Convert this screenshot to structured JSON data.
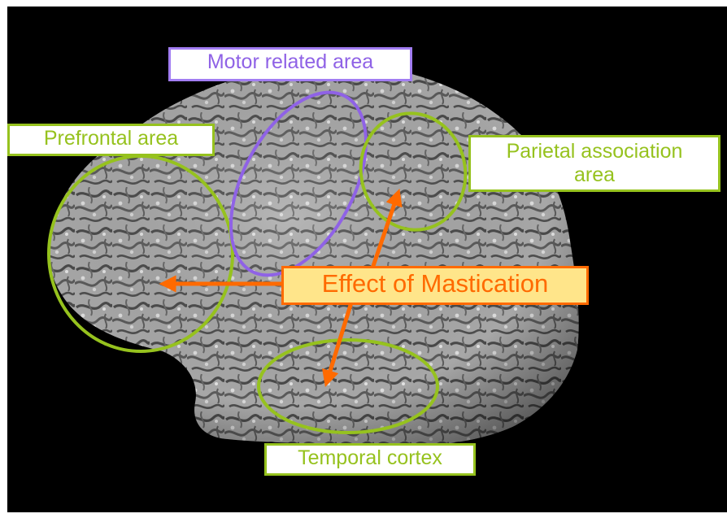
{
  "labels": {
    "motor": "Motor related area",
    "prefrontal": "Prefrontal area",
    "parietal_line1": "Parietal association",
    "parietal_line2": "area",
    "effect": "Effect of Mastication",
    "temporal": "Temporal cortex"
  },
  "colors": {
    "region_outline": "#96c21e",
    "motor_outline": "#8f62e6",
    "arrow": "#ff6a00",
    "effect_fill": "#ffe58a",
    "background": "#000000",
    "brain": "#9a9a9a"
  }
}
